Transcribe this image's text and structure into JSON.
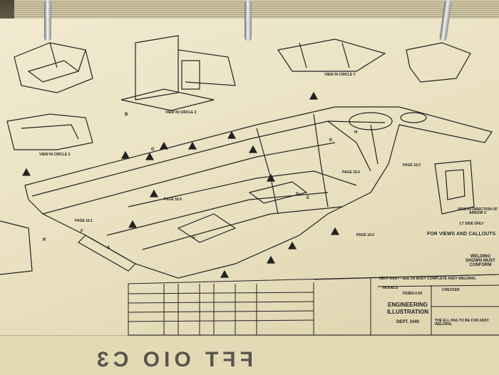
{
  "title_block": {
    "next_assy": "NEXT ASSY - SEE 2A BODY COMPLETE ASSY WELDING.",
    "models_label": "MODELS",
    "models_value": "FE6B3-0-50",
    "title_line1": "ENGINEERING",
    "title_line2": "ILLUSTRATION",
    "dept": "DEPT. 3440",
    "checker": "CHECKER",
    "note": "THE ELL PAG TO BE FOR ASSY WELDING"
  },
  "notes": {
    "view_arrow": "VIEW IN DIRECTION OF ARROW V",
    "side_only": "LT SIDE ONLY",
    "views_callouts": "FOR VIEWS AND CALLOUTS",
    "welding_shown": "WELDING SHOWN MUST CONFORM",
    "view_circle_3": "VIEW IN CIRCLE 3",
    "view_circle_z": "VIEW IN CIRCLE Z",
    "view_circle_y": "VIEW IN CIRCLE Y"
  },
  "page_refs": [
    "PAGE 16.0",
    "PAGE 16.1",
    "PAGE 16.0",
    "PAGE 16.0",
    "PAGE 16.0"
  ],
  "callout_letters": [
    "A",
    "B",
    "C",
    "D",
    "E",
    "F",
    "G",
    "H",
    "K",
    "R"
  ],
  "colors": {
    "paper": "#ece4c4",
    "ink": "#222222",
    "ring": "#d8d8d8"
  }
}
